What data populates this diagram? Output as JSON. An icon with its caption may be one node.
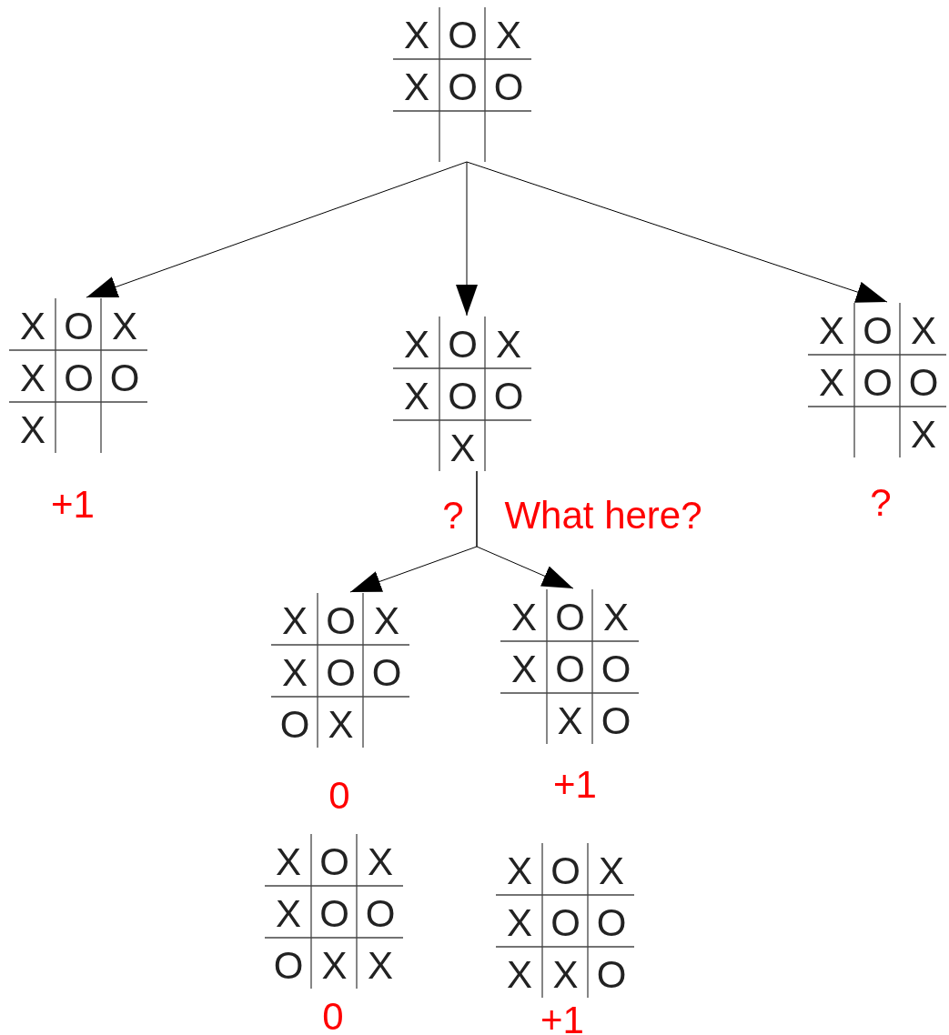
{
  "diagram": {
    "nodes": [
      {
        "text": [
          "X",
          "O",
          "X",
          "X",
          "O",
          "O"
        ]
      },
      {
        "text": [
          "X",
          "O",
          "X",
          "X",
          "O",
          "O",
          "X"
        ],
        "beside": [
          "+1"
        ]
      },
      {
        "text": [
          "X",
          "O",
          "X",
          "X",
          "O",
          "O",
          "X"
        ],
        "beside": [
          "?",
          "What here?"
        ]
      },
      {
        "text": [
          "X",
          "O",
          "X",
          "X",
          "O",
          "O",
          "X"
        ],
        "beside": [
          "?"
        ]
      },
      {
        "text": [
          "X",
          "O",
          "X",
          "X",
          "O",
          "O",
          "O",
          "X"
        ],
        "beside": [
          "0"
        ]
      },
      {
        "text": [
          "X",
          "O",
          "X",
          "X",
          "O",
          "O",
          "X",
          "O"
        ],
        "beside": [
          "+1"
        ]
      },
      {
        "text": [
          "X",
          "O",
          "X",
          "X",
          "O",
          "O",
          "O",
          "X",
          "X"
        ],
        "beside": [
          "0"
        ]
      },
      {
        "text": [
          "X",
          "O",
          "X",
          "X",
          "O",
          "O",
          "X",
          "X",
          "O"
        ],
        "beside": [
          "+1"
        ]
      }
    ],
    "edges": [
      {
        "from": 0,
        "to": 1,
        "arrow": "to"
      },
      {
        "from": 0,
        "to": 2,
        "arrow": "to"
      },
      {
        "from": 0,
        "to": 3,
        "arrow": "to"
      },
      {
        "from": 2,
        "to": 4,
        "arrow": "to"
      },
      {
        "from": 2,
        "to": 5,
        "arrow": "to"
      }
    ]
  }
}
